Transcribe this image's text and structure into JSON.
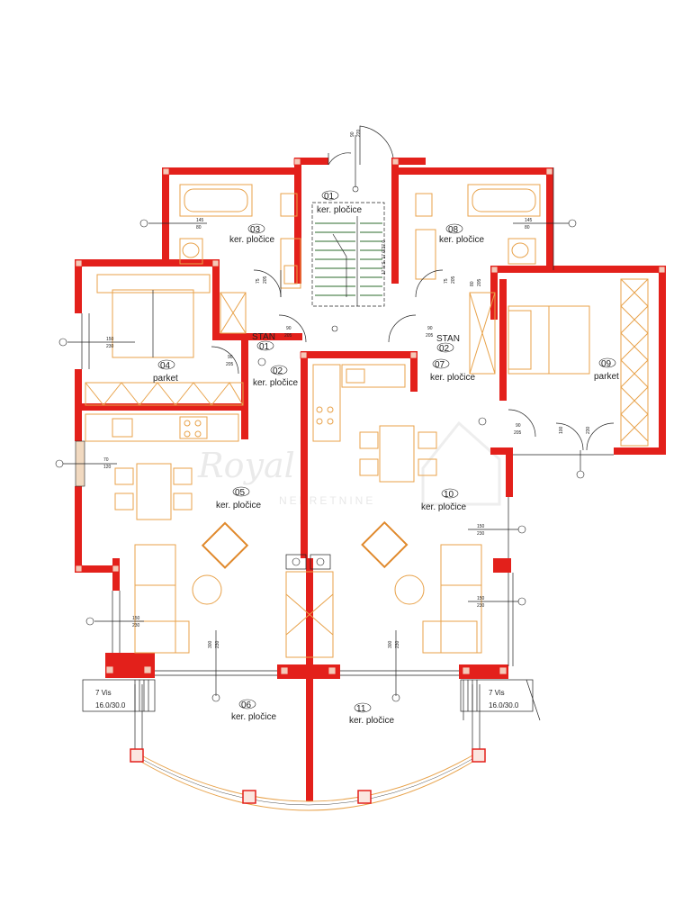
{
  "watermark": {
    "brand": "Royal",
    "sub": "NEKRETNINE"
  },
  "rooms": {
    "r01_top": {
      "num": "01",
      "floor": "ker. pločice"
    },
    "r03": {
      "num": "03",
      "floor": "ker. pločice"
    },
    "r08": {
      "num": "08",
      "floor": "ker. pločice"
    },
    "r04": {
      "num": "04",
      "floor": "parket"
    },
    "r09": {
      "num": "09",
      "floor": "parket"
    },
    "stan_left": {
      "title": "STAN",
      "num": "01"
    },
    "stan_right": {
      "title": "STAN",
      "num": "02"
    },
    "r02": {
      "num": "02",
      "floor": "ker. pločice"
    },
    "r07": {
      "num": "07",
      "floor": "ker. pločice"
    },
    "r05": {
      "num": "05",
      "floor": "ker. pločice"
    },
    "r10": {
      "num": "10",
      "floor": "ker. pločice"
    },
    "r06": {
      "num": "06",
      "floor": "ker. pločice"
    },
    "r11": {
      "num": "11",
      "floor": "ker. pločice"
    }
  },
  "stairs": {
    "left": {
      "line1": "7 Vis",
      "line2": "16.0/30.0"
    },
    "right": {
      "line1": "7 Vis",
      "line2": "16.0/30.0"
    },
    "central_mark": "17 V.S.\n17.0/27.0"
  },
  "dims": {
    "door_top": [
      "90",
      "220"
    ],
    "w1": [
      "145",
      "80"
    ],
    "w2": [
      "145",
      "80"
    ],
    "d75a": [
      "75",
      "205"
    ],
    "d75b": [
      "75",
      "205"
    ],
    "d90a": [
      "90",
      "205"
    ],
    "d90b": [
      "90",
      "205"
    ],
    "d90c": [
      "90",
      "205"
    ],
    "d90d": [
      "90",
      "205"
    ],
    "d80": [
      "80",
      "205"
    ],
    "d100": [
      "100",
      "230"
    ],
    "w150a": [
      "150",
      "230"
    ],
    "w150b": [
      "150",
      "230"
    ],
    "w150c": [
      "150",
      "230"
    ],
    "w150d": [
      "150",
      "230"
    ],
    "w70": [
      "70",
      "120"
    ],
    "w300a": [
      "300",
      "230"
    ],
    "w300b": [
      "300",
      "230"
    ]
  }
}
